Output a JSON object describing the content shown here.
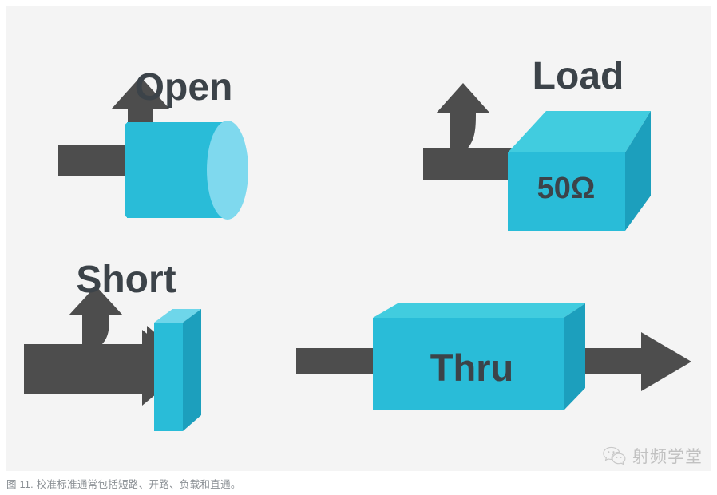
{
  "figure": {
    "background_color": "#f4f4f4",
    "accent_color": "#29bcd8",
    "accent_light_color": "#41ccdf",
    "accent_dark_color": "#1c9fbd",
    "accent_cap_color": "#7fd9ee",
    "arrow_color": "#4d4d4d",
    "label_color": "#3c4349"
  },
  "panels": {
    "open": {
      "label": "Open",
      "device": "cylinder",
      "arrow": "reflection-up-arrow"
    },
    "load": {
      "label": "Load",
      "device": "cube",
      "device_text": "50Ω",
      "arrow": "reflection-up-arrow"
    },
    "short": {
      "label": "Short",
      "device": "slab",
      "arrow": "forward-and-reflection-arrow"
    },
    "thru": {
      "label": "Thru",
      "device": "box",
      "device_text": "Thru",
      "arrow": "through-arrow"
    }
  },
  "caption": {
    "text": "图 11. 校准标准通常包括短路、开路、负载和直通。"
  },
  "watermark": {
    "text": "射频学堂",
    "icon": "wechat-icon"
  }
}
